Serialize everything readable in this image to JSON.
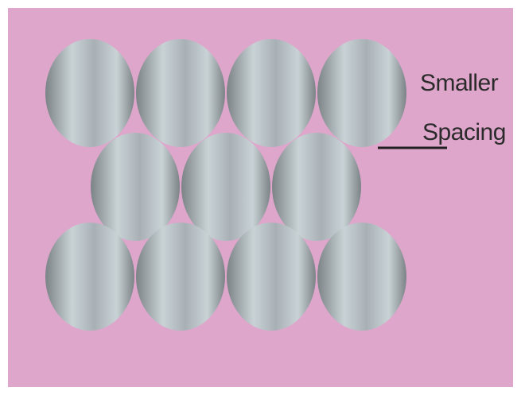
{
  "diagram": {
    "background_color": "#dfa6cc",
    "sphere_colors": {
      "light": "#c9d3d6",
      "mid": "#a8b0b5",
      "dark": "#7c8387"
    },
    "rows": [
      {
        "sphere_count": 4
      },
      {
        "sphere_count": 3
      },
      {
        "sphere_count": 4
      }
    ],
    "label": {
      "line1": "Smaller",
      "line2": "Spacing"
    }
  }
}
